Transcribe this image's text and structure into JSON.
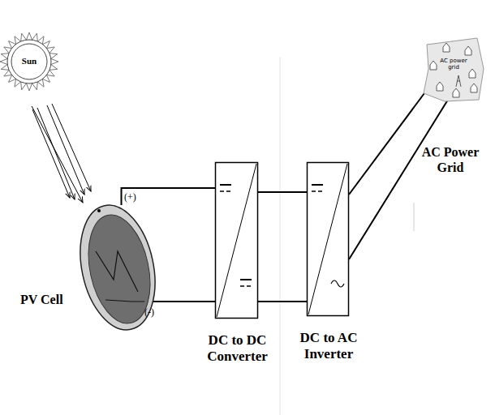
{
  "diagram": {
    "nodes": [
      {
        "text": [
          "Sun"
        ]
      },
      {
        "text": [
          "PV Cell"
        ]
      },
      {
        "text": [
          "DC to DC Converter"
        ]
      },
      {
        "text": [
          "DC to AC Inverter"
        ]
      },
      {
        "text": [
          "AC power grid",
          "AC Power Grid"
        ]
      }
    ],
    "edges": [
      {
        "from": 0,
        "to": 1,
        "arrow": "to"
      },
      {
        "from": 1,
        "to": 2,
        "arrow": "none"
      },
      {
        "from": 1,
        "to": 2,
        "arrow": "none"
      },
      {
        "from": 2,
        "to": 3,
        "arrow": "none"
      },
      {
        "from": 2,
        "to": 3,
        "arrow": "none"
      },
      {
        "from": 3,
        "to": 4,
        "arrow": "none"
      },
      {
        "from": 3,
        "to": 4,
        "arrow": "none"
      }
    ],
    "labels": [
      "(+)",
      "(-)"
    ]
  }
}
